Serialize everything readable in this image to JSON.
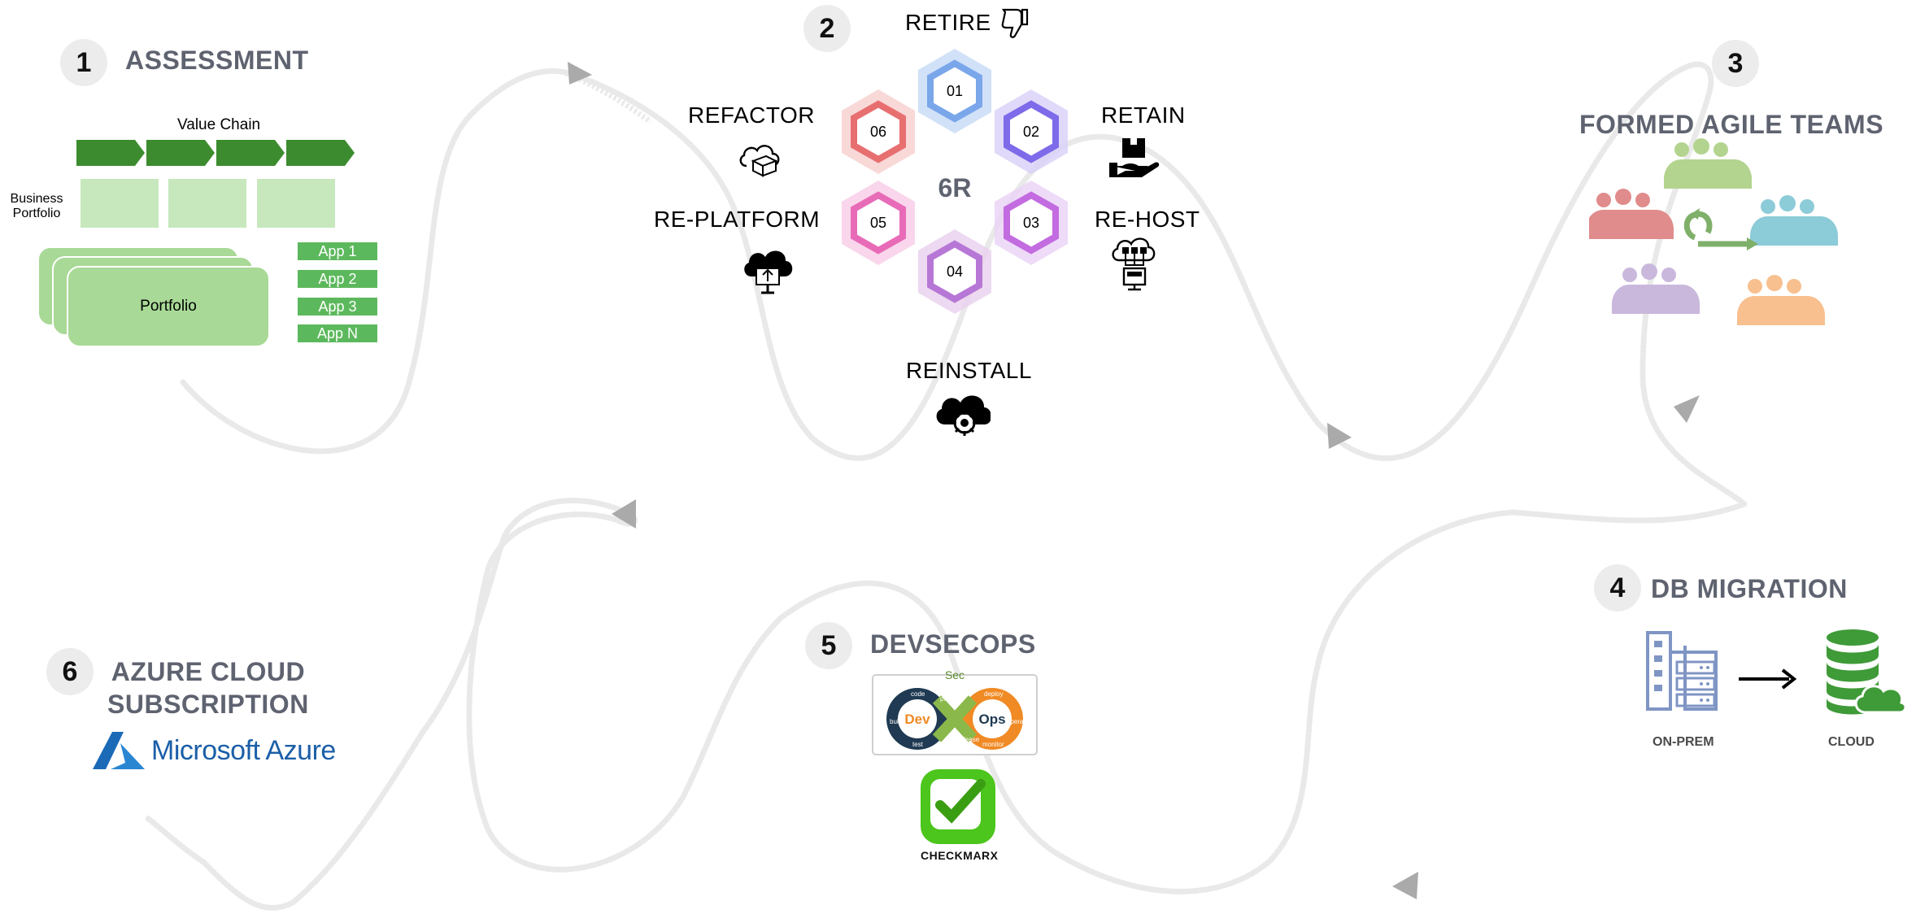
{
  "steps": {
    "s1": {
      "number": "1",
      "title": "ASSESSMENT"
    },
    "s2": {
      "number": "2"
    },
    "s3": {
      "number": "3",
      "title": "FORMED AGILE TEAMS"
    },
    "s4": {
      "number": "4",
      "title": "DB MIGRATION"
    },
    "s5": {
      "number": "5",
      "title": "DEVSECOPS"
    },
    "s6": {
      "number": "6",
      "title_line1": "AZURE CLOUD",
      "title_line2": "SUBSCRIPTION"
    }
  },
  "assessment": {
    "value_chain": "Value Chain",
    "business_portfolio_line1": "Business",
    "business_portfolio_line2": "Portfolio",
    "portfolio": "Portfolio",
    "apps": [
      "App 1",
      "App 2",
      "App 3",
      "App N"
    ]
  },
  "six_r": {
    "center": "6R",
    "hexes": [
      "01",
      "02",
      "03",
      "04",
      "05",
      "06"
    ],
    "labels": {
      "retire": "RETIRE",
      "retain": "RETAIN",
      "rehost": "RE-HOST",
      "reinstall": "REINSTALL",
      "replatform": "RE-PLATFORM",
      "refactor": "REFACTOR"
    }
  },
  "db_migration": {
    "source": "ON-PREM",
    "target": "CLOUD"
  },
  "devsecops": {
    "sec": "Sec",
    "dev": "Dev",
    "ops": "Ops",
    "loop_words": [
      "code",
      "build",
      "test",
      "plan",
      "release",
      "deploy",
      "operate",
      "monitor"
    ],
    "checkmarx": "CHECKMARX"
  },
  "azure": {
    "brand": "Microsoft Azure"
  },
  "colors": {
    "title_gray": "#5f6370",
    "assessment_green": "#3c8c2f",
    "app_green": "#5cb85c",
    "hex_01": "#7aa6ea",
    "hex_02": "#7d6bea",
    "hex_03": "#c36be0",
    "hex_04": "#b777d6",
    "hex_05": "#e86bb8",
    "hex_06": "#e86f70",
    "azure_blue": "#1b5fa8",
    "checkmarx_green": "#4cc51c",
    "db_green": "#3f9a38"
  }
}
